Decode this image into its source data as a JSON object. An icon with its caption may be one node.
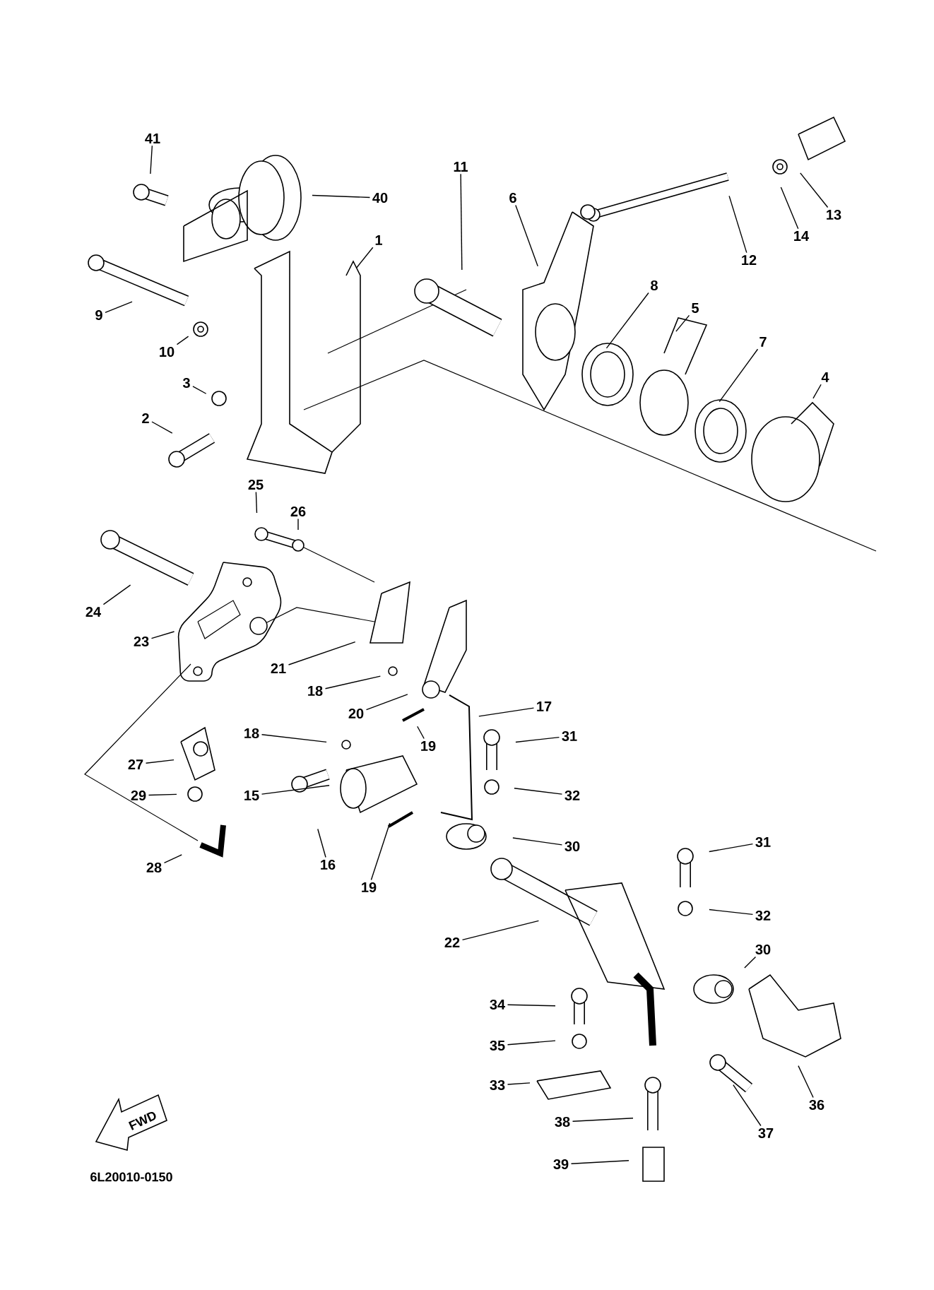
{
  "diagram": {
    "nodes": [
      {
        "text": [
          "41"
        ]
      },
      {
        "text": [
          "40"
        ]
      },
      {
        "text": [
          "11"
        ]
      },
      {
        "text": [
          "6"
        ]
      },
      {
        "text": [
          "12"
        ]
      },
      {
        "text": [
          "14"
        ]
      },
      {
        "text": [
          "13"
        ]
      },
      {
        "text": [
          "1"
        ]
      },
      {
        "text": [
          "9"
        ]
      },
      {
        "text": [
          "10"
        ]
      },
      {
        "text": [
          "8"
        ]
      },
      {
        "text": [
          "5"
        ]
      },
      {
        "text": [
          "7"
        ]
      },
      {
        "text": [
          "4"
        ]
      },
      {
        "text": [
          "3"
        ]
      },
      {
        "text": [
          "2"
        ]
      },
      {
        "text": [
          "25"
        ]
      },
      {
        "text": [
          "26"
        ]
      },
      {
        "text": [
          "24"
        ]
      },
      {
        "text": [
          "23"
        ]
      },
      {
        "text": [
          "21"
        ]
      },
      {
        "text": [
          "18"
        ]
      },
      {
        "text": [
          "20"
        ]
      },
      {
        "text": [
          "17"
        ]
      },
      {
        "text": [
          "31"
        ]
      },
      {
        "text": [
          "19"
        ]
      },
      {
        "text": [
          "18"
        ]
      },
      {
        "text": [
          "27"
        ]
      },
      {
        "text": [
          "29"
        ]
      },
      {
        "text": [
          "15"
        ]
      },
      {
        "text": [
          "32"
        ]
      },
      {
        "text": [
          "16"
        ]
      },
      {
        "text": [
          "19"
        ]
      },
      {
        "text": [
          "30"
        ]
      },
      {
        "text": [
          "28"
        ]
      },
      {
        "text": [
          "31"
        ]
      },
      {
        "text": [
          "22"
        ]
      },
      {
        "text": [
          "32"
        ]
      },
      {
        "text": [
          "30"
        ]
      },
      {
        "text": [
          "34"
        ]
      },
      {
        "text": [
          "35"
        ]
      },
      {
        "text": [
          "33"
        ]
      },
      {
        "text": [
          "38"
        ]
      },
      {
        "text": [
          "36"
        ]
      },
      {
        "text": [
          "37"
        ]
      },
      {
        "text": [
          "39"
        ]
      }
    ],
    "edges": [
      {
        "from": 0,
        "to": null,
        "arrow": "none"
      },
      {
        "from": 1,
        "to": null,
        "arrow": "none"
      },
      {
        "from": 2,
        "to": null,
        "arrow": "none"
      },
      {
        "from": 3,
        "to": null,
        "arrow": "none"
      },
      {
        "from": 4,
        "to": null,
        "arrow": "none"
      },
      {
        "from": 5,
        "to": null,
        "arrow": "none"
      },
      {
        "from": 6,
        "to": null,
        "arrow": "none"
      },
      {
        "from": 7,
        "to": null,
        "arrow": "none"
      },
      {
        "from": 8,
        "to": null,
        "arrow": "none"
      },
      {
        "from": 9,
        "to": null,
        "arrow": "none"
      },
      {
        "from": 10,
        "to": null,
        "arrow": "none"
      },
      {
        "from": 11,
        "to": null,
        "arrow": "none"
      },
      {
        "from": 12,
        "to": null,
        "arrow": "none"
      },
      {
        "from": 13,
        "to": null,
        "arrow": "none"
      },
      {
        "from": 14,
        "to": null,
        "arrow": "none"
      },
      {
        "from": 15,
        "to": null,
        "arrow": "none"
      },
      {
        "from": 16,
        "to": null,
        "arrow": "none"
      },
      {
        "from": 17,
        "to": null,
        "arrow": "none"
      },
      {
        "from": 18,
        "to": null,
        "arrow": "none"
      },
      {
        "from": 19,
        "to": null,
        "arrow": "none"
      },
      {
        "from": 20,
        "to": null,
        "arrow": "none"
      },
      {
        "from": 21,
        "to": null,
        "arrow": "none"
      },
      {
        "from": 22,
        "to": null,
        "arrow": "none"
      },
      {
        "from": 23,
        "to": null,
        "arrow": "none"
      },
      {
        "from": 24,
        "to": null,
        "arrow": "none"
      },
      {
        "from": 25,
        "to": null,
        "arrow": "none"
      },
      {
        "from": 26,
        "to": null,
        "arrow": "none"
      },
      {
        "from": 27,
        "to": null,
        "arrow": "none"
      },
      {
        "from": 28,
        "to": null,
        "arrow": "none"
      },
      {
        "from": 29,
        "to": null,
        "arrow": "none"
      },
      {
        "from": 30,
        "to": null,
        "arrow": "none"
      },
      {
        "from": 31,
        "to": null,
        "arrow": "none"
      },
      {
        "from": 32,
        "to": null,
        "arrow": "none"
      },
      {
        "from": 33,
        "to": null,
        "arrow": "none"
      },
      {
        "from": 34,
        "to": null,
        "arrow": "none"
      },
      {
        "from": 35,
        "to": null,
        "arrow": "none"
      },
      {
        "from": 36,
        "to": null,
        "arrow": "none"
      },
      {
        "from": 37,
        "to": null,
        "arrow": "none"
      },
      {
        "from": 38,
        "to": null,
        "arrow": "none"
      },
      {
        "from": 39,
        "to": null,
        "arrow": "none"
      },
      {
        "from": 40,
        "to": null,
        "arrow": "none"
      },
      {
        "from": 41,
        "to": null,
        "arrow": "none"
      },
      {
        "from": 42,
        "to": null,
        "arrow": "none"
      },
      {
        "from": 43,
        "to": null,
        "arrow": "none"
      },
      {
        "from": 44,
        "to": null,
        "arrow": "none"
      },
      {
        "from": 45,
        "to": null,
        "arrow": "none"
      }
    ],
    "labels": [
      "FWD",
      "6L20010-0150"
    ]
  }
}
